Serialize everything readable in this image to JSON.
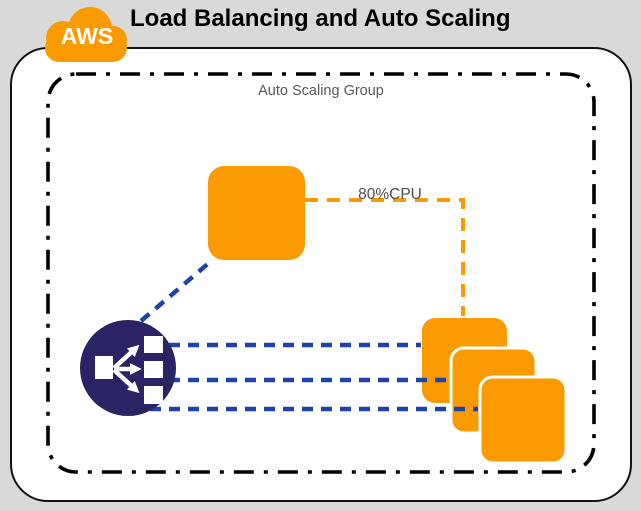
{
  "page": {
    "background_color": "#D9D9D9",
    "panel_color": "#FFFFFF",
    "panel_border_color": "#111111"
  },
  "header": {
    "title": "Load Balancing and Auto Scaling",
    "cloud_badge": "AWS",
    "cloud_icon": "aws-cloud-icon"
  },
  "diagram": {
    "group_label": "Auto Scaling Group",
    "metric_label": "80%CPU",
    "icons": {
      "trigger_instance": "ec2-instance-icon",
      "load_balancer": "load-balancer-icon",
      "instance_stack": "ec2-instance-stack-icon"
    },
    "instance_stack_count": 3,
    "colors": {
      "aws_orange": "#F99B00",
      "load_balancer_navy": "#2A2364",
      "connection_blue": "#1C43AC",
      "group_border_black": "#000000",
      "label_gray": "#595959",
      "metric_label_gray": "#4D4D4D"
    }
  }
}
